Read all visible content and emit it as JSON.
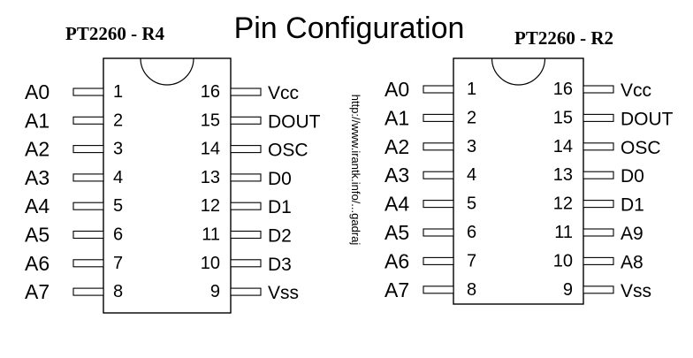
{
  "title": "Pin Configuration",
  "side_url": "http://www.irantk.info/...gadraj",
  "chips": [
    {
      "name": "PT2260 - R4",
      "left_pins": [
        {
          "num": "1",
          "label": "A0"
        },
        {
          "num": "2",
          "label": "A1"
        },
        {
          "num": "3",
          "label": "A2"
        },
        {
          "num": "4",
          "label": "A3"
        },
        {
          "num": "5",
          "label": "A4"
        },
        {
          "num": "6",
          "label": "A5"
        },
        {
          "num": "7",
          "label": "A6"
        },
        {
          "num": "8",
          "label": "A7"
        }
      ],
      "right_pins": [
        {
          "num": "16",
          "label": "Vcc"
        },
        {
          "num": "15",
          "label": "DOUT"
        },
        {
          "num": "14",
          "label": "OSC"
        },
        {
          "num": "13",
          "label": "D0"
        },
        {
          "num": "12",
          "label": "D1"
        },
        {
          "num": "11",
          "label": "D2"
        },
        {
          "num": "10",
          "label": "D3"
        },
        {
          "num": "9",
          "label": "Vss"
        }
      ]
    },
    {
      "name": "PT2260 - R2",
      "left_pins": [
        {
          "num": "1",
          "label": "A0"
        },
        {
          "num": "2",
          "label": "A1"
        },
        {
          "num": "3",
          "label": "A2"
        },
        {
          "num": "4",
          "label": "A3"
        },
        {
          "num": "5",
          "label": "A4"
        },
        {
          "num": "6",
          "label": "A5"
        },
        {
          "num": "7",
          "label": "A6"
        },
        {
          "num": "8",
          "label": "A7"
        }
      ],
      "right_pins": [
        {
          "num": "16",
          "label": "Vcc"
        },
        {
          "num": "15",
          "label": "DOUT"
        },
        {
          "num": "14",
          "label": "OSC"
        },
        {
          "num": "13",
          "label": "D0"
        },
        {
          "num": "12",
          "label": "D1"
        },
        {
          "num": "11",
          "label": "A9"
        },
        {
          "num": "10",
          "label": "A8"
        },
        {
          "num": "9",
          "label": "Vss"
        }
      ]
    }
  ]
}
